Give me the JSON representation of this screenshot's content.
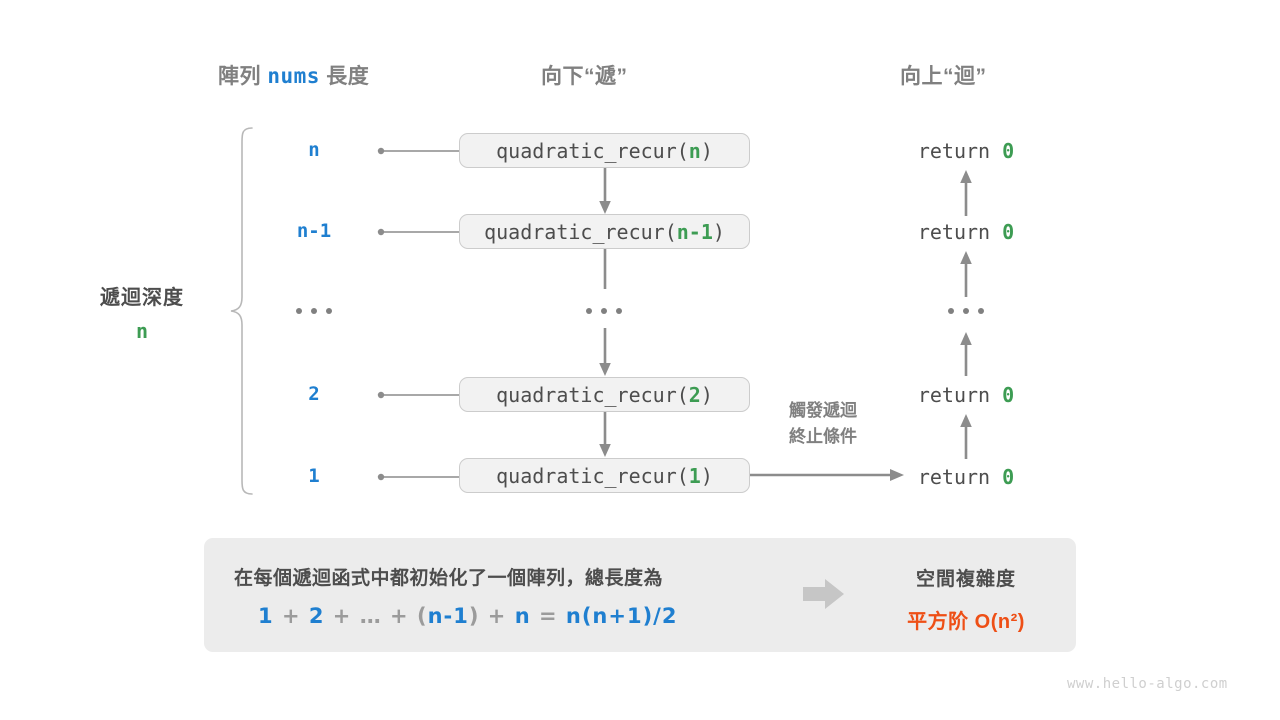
{
  "headers": {
    "left_prefix": "陣列",
    "left_code": "nums",
    "left_suffix": "長度",
    "middle": "向下“遞”",
    "right": "向上“迴”"
  },
  "depth": {
    "title": "遞迴深度",
    "value": "n"
  },
  "rows": [
    {
      "length": "n",
      "call_prefix": "quadratic_recur(",
      "call_arg": "n",
      "call_suffix": ")",
      "return_text": "return",
      "return_value": "0"
    },
    {
      "length": "n-1",
      "call_prefix": "quadratic_recur(",
      "call_arg": "n-1",
      "call_suffix": ")",
      "return_text": "return",
      "return_value": "0"
    },
    {
      "length": "...",
      "call_prefix": "...",
      "call_arg": "",
      "call_suffix": "",
      "return_text": "...",
      "return_value": ""
    },
    {
      "length": "2",
      "call_prefix": "quadratic_recur(",
      "call_arg": "2",
      "call_suffix": ")",
      "return_text": "return",
      "return_value": "0"
    },
    {
      "length": "1",
      "call_prefix": "quadratic_recur(",
      "call_arg": "1",
      "call_suffix": ")",
      "return_text": "return",
      "return_value": "0"
    }
  ],
  "trigger_note": {
    "line1": "觸發遞迴",
    "line2": "終止條件"
  },
  "summary": {
    "description": "在每個遞迴函式中都初始化了一個陣列，總長度為",
    "formula": {
      "t1": "1",
      "op1": "+",
      "t2": "2",
      "op2": "+",
      "t3": "…",
      "op3": "+",
      "paren_open": "(",
      "t4": "n-1",
      "paren_close": ")",
      "op4": "+",
      "t5": "n",
      "eq": "=",
      "t6": "n(n+1)/2"
    },
    "result_title": "空間複雜度",
    "result_value": "平方阶 O(n²)"
  },
  "watermark": "www.hello-algo.com",
  "colors": {
    "blue": "#1f7fd0",
    "green": "#3d9c53",
    "orange": "#ee4f16",
    "gray": "#808080",
    "box_fill": "#f2f2f2",
    "panel_fill": "#ececec"
  }
}
